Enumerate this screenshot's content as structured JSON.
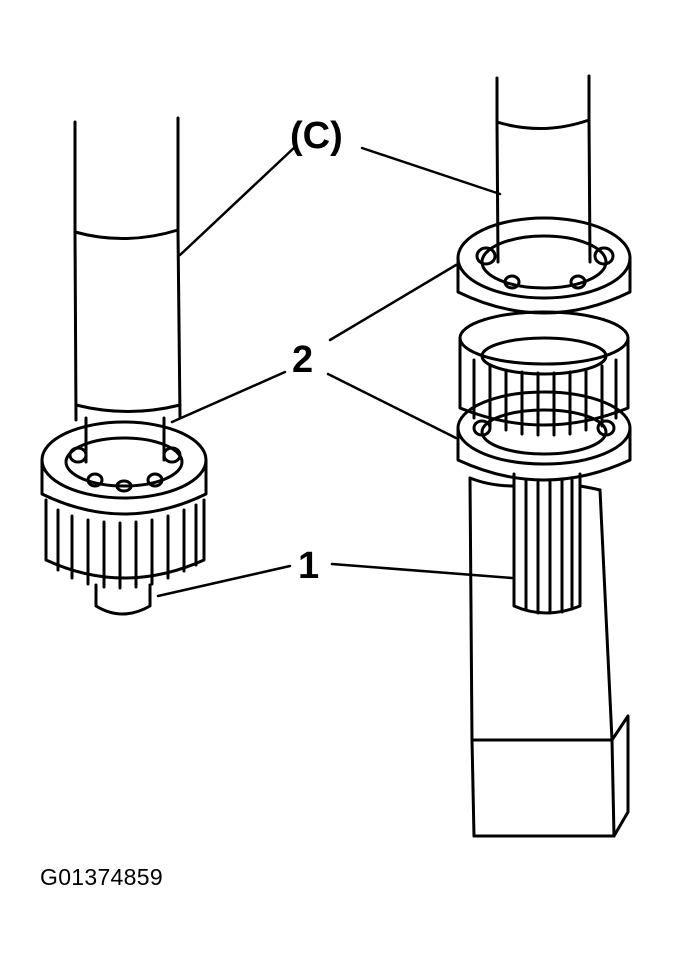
{
  "callouts": {
    "tool_c": "(C)",
    "bearing": "2",
    "shaft": "1"
  },
  "figure_id": "G01374859",
  "colors": {
    "ink": "#000000",
    "paper": "#ffffff"
  }
}
